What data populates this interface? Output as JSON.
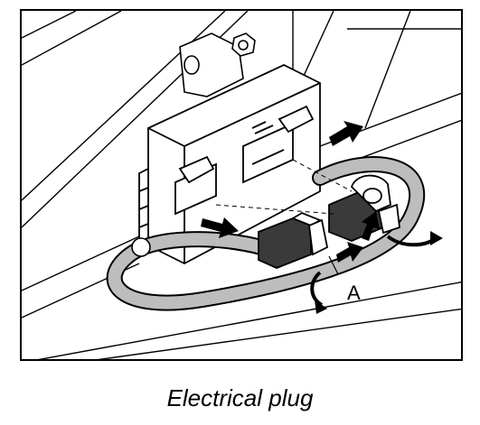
{
  "figure": {
    "caption": "Electrical plug",
    "callout_label": "A",
    "icons": [
      "bracket-nut-icon",
      "module-housing",
      "cable-loop",
      "plug-connector",
      "release-arrow-icon",
      "lock-tab-icon"
    ],
    "colors": {
      "line": "#000000",
      "cable_fill": "#bdbdbd",
      "plug_fill": "#3a3a3a",
      "background": "#ffffff"
    }
  }
}
